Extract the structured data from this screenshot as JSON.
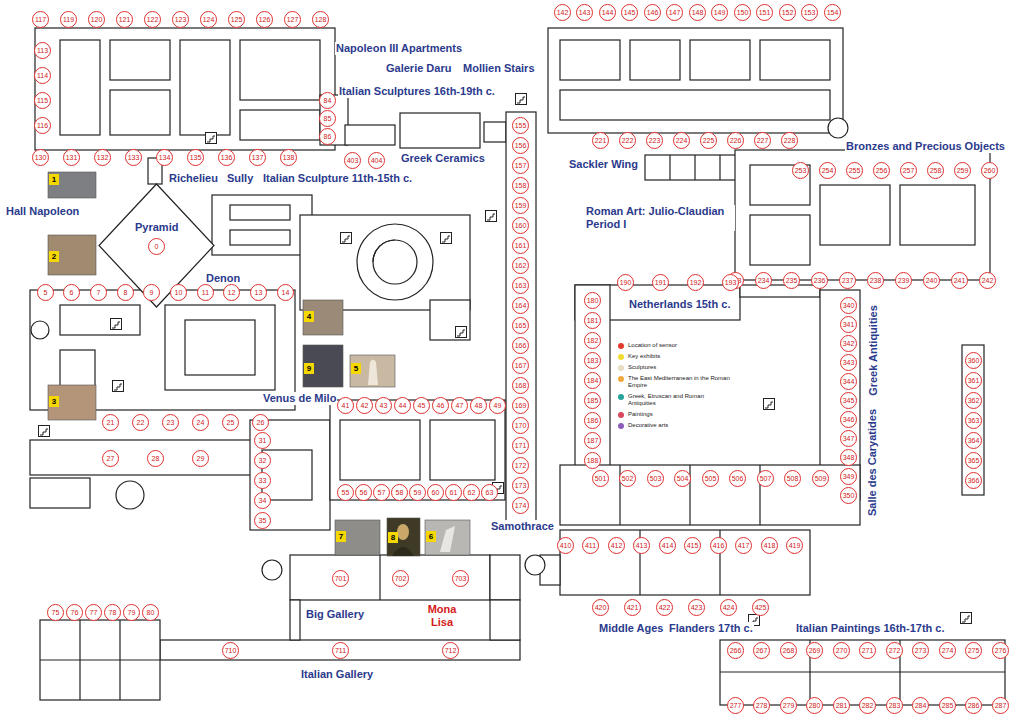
{
  "diagram": {
    "nodes": [
      {
        "text": [
          "Pyramid"
        ]
      }
    ],
    "labels": [
      "Napoleon III Apartments",
      "Galerie Daru",
      "Mollien Stairs",
      "Italian Sculptures 16th-19th c.",
      "Greek Ceramics",
      "Sackler Wing",
      "Bronzes and Precious Objects",
      "Richelieu",
      "Sully",
      "Italian Sculpture 11th-15th c.",
      "Hall Napoleon",
      "Denon",
      "Roman Art: Julio-Claudian Period I",
      "Netherlands 15th c.",
      "Salle des Caryatides",
      "Greek Antiquities",
      "Venus de Milo",
      "Samothrace",
      "Big Gallery",
      "Mona Lisa",
      "Italian Gallery",
      "Middle Ages",
      "Flanders 17th c.",
      "Italian Paintings 16th-17th c.",
      "1",
      "2",
      "3",
      "4",
      "9",
      "5",
      "7",
      "8",
      "6",
      "117",
      "119",
      "120",
      "121",
      "122",
      "123",
      "124",
      "125",
      "126",
      "127",
      "128",
      "113",
      "114",
      "115",
      "116",
      "130",
      "131",
      "132",
      "133",
      "134",
      "135",
      "136",
      "137",
      "138",
      "84",
      "85",
      "86",
      "403",
      "404",
      "142",
      "143",
      "144",
      "145",
      "146",
      "147",
      "148",
      "149",
      "150",
      "151",
      "152",
      "153",
      "154",
      "221",
      "222",
      "223",
      "224",
      "225",
      "226",
      "227",
      "228",
      "253",
      "254",
      "255",
      "256",
      "257",
      "258",
      "259",
      "260",
      "233",
      "234",
      "235",
      "236",
      "237",
      "238",
      "239",
      "240",
      "241",
      "242",
      "155",
      "156",
      "157",
      "158",
      "159",
      "160",
      "161",
      "162",
      "163",
      "164",
      "165",
      "166",
      "167",
      "168",
      "169",
      "170",
      "171",
      "172",
      "173",
      "174",
      "5",
      "6",
      "7",
      "8",
      "9",
      "10",
      "11",
      "12",
      "13",
      "14",
      "21",
      "22",
      "23",
      "24",
      "25",
      "26",
      "27",
      "28",
      "29",
      "31",
      "32",
      "33",
      "34",
      "35",
      "41",
      "42",
      "43",
      "44",
      "45",
      "46",
      "47",
      "48",
      "49",
      "55",
      "56",
      "57",
      "58",
      "59",
      "60",
      "61",
      "62",
      "63",
      "701",
      "702",
      "703",
      "710",
      "711",
      "712",
      "75",
      "76",
      "77",
      "78",
      "79",
      "80",
      "180",
      "181",
      "182",
      "183",
      "184",
      "185",
      "186",
      "187",
      "188",
      "190",
      "191",
      "192",
      "193",
      "340",
      "341",
      "342",
      "343",
      "344",
      "345",
      "346",
      "347",
      "348",
      "349",
      "350",
      "360",
      "361",
      "362",
      "363",
      "364",
      "365",
      "366",
      "501",
      "502",
      "503",
      "504",
      "505",
      "506",
      "507",
      "508",
      "509",
      "410",
      "411",
      "412",
      "413",
      "414",
      "415",
      "416",
      "417",
      "418",
      "419",
      "420",
      "421",
      "422",
      "423",
      "424",
      "425",
      "266",
      "267",
      "268",
      "269",
      "270",
      "271",
      "272",
      "273",
      "274",
      "275",
      "276",
      "277",
      "278",
      "279",
      "280",
      "281",
      "282",
      "283",
      "284",
      "285",
      "286",
      "287",
      "0"
    ],
    "legend": [
      {
        "text": "Location of sensor",
        "color": "#e23b2e"
      },
      {
        "text": "Key exhibits",
        "color": "#f2dc2f"
      },
      {
        "text": "Sculptures",
        "color": "#e6dcc0"
      },
      {
        "text": "The East Mediterranean in the Roman Empire",
        "color": "#f0a83c"
      },
      {
        "text": "Greek, Etruscan and Roman Antiquities",
        "color": "#23a39a"
      },
      {
        "text": "Paintings",
        "color": "#d8475e"
      },
      {
        "text": "Decorative arts",
        "color": "#8b5cb8"
      }
    ]
  }
}
